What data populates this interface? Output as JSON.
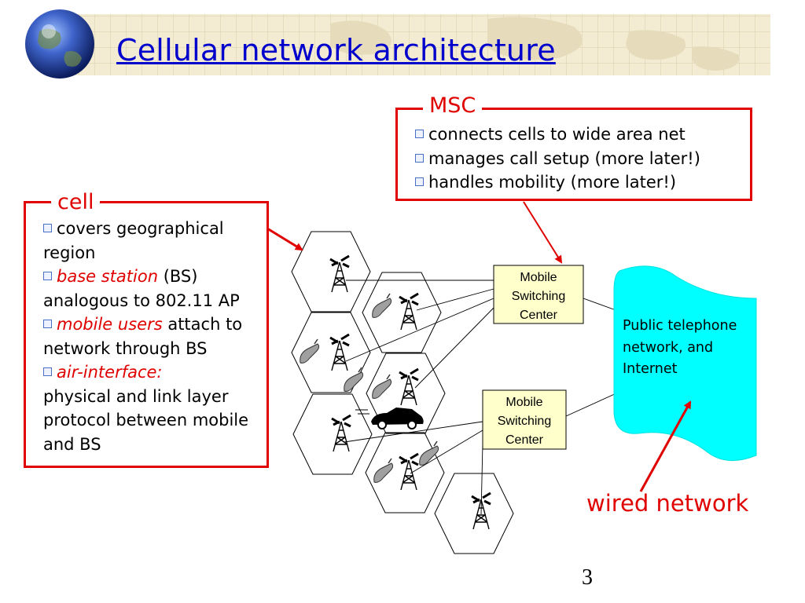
{
  "slide": {
    "title": "Cellular network architecture",
    "page_number": "3"
  },
  "msc_box": {
    "label": "MSC",
    "bullets": [
      "connects cells to wide area net",
      "manages call setup (more later!)",
      "handles mobility (more later!)"
    ]
  },
  "cell_box": {
    "label": "cell",
    "b1": "covers geographical region",
    "b2_term": "base station",
    "b2_rest": " (BS) analogous to 802.11 AP",
    "b3_term": "mobile users",
    "b3_rest": " attach to network through BS",
    "b4_term": "air-interface:",
    "b4_rest": "physical and link layer protocol between mobile and BS"
  },
  "diagram": {
    "msc_top": [
      "Mobile",
      "Switching",
      "Center"
    ],
    "msc_bottom": [
      "Mobile",
      "Switching",
      "Center"
    ],
    "pstn": [
      "Public telephone",
      "network, and",
      "Internet"
    ],
    "wired_label": "wired network"
  },
  "colors": {
    "accent_red": "#e00000",
    "title_blue": "#0000cc",
    "msc_fill": "#ffffcc",
    "pstn_fill": "#00ffff"
  }
}
